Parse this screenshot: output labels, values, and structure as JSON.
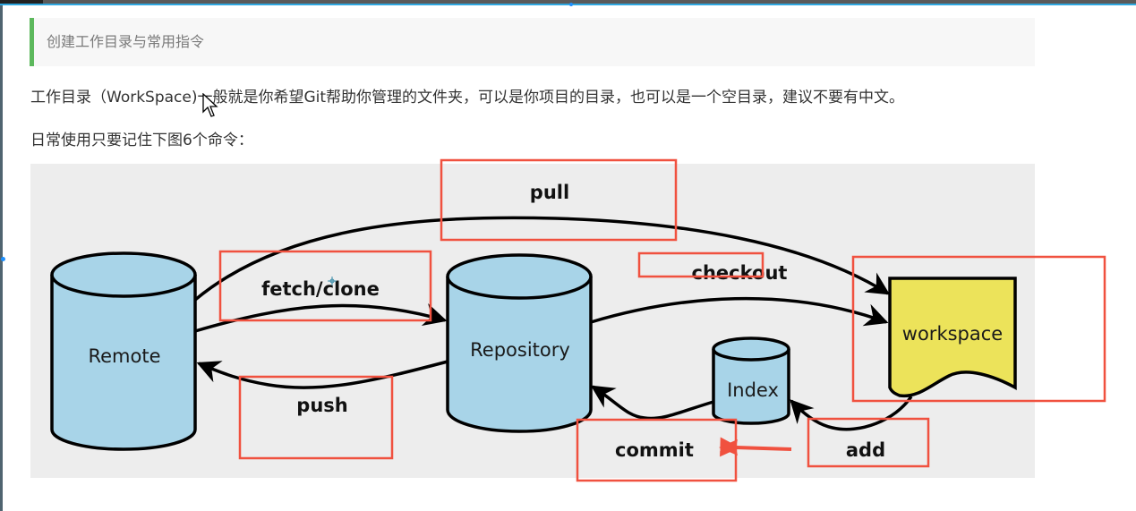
{
  "heading": "创建工作目录与常用指令",
  "paragraphs": [
    "工作目录（WorkSpace)一般就是你希望Git帮助你管理的文件夹，可以是你项目的目录，也可以是一个空目录，建议不要有中文。",
    "日常使用只要记住下图6个命令："
  ],
  "diagram": {
    "nodes": {
      "remote": "Remote",
      "repository": "Repository",
      "index": "Index",
      "workspace": "workspace"
    },
    "commands": {
      "pull": "pull",
      "fetch_clone": "fetch/clone",
      "checkout": "checkout",
      "push": "push",
      "commit": "commit",
      "add": "add"
    },
    "colors": {
      "cylinder_fill": "#a8d4e8",
      "workspace_fill": "#ece35a",
      "highlight_box": "#f0513f",
      "background": "#ededed"
    }
  }
}
